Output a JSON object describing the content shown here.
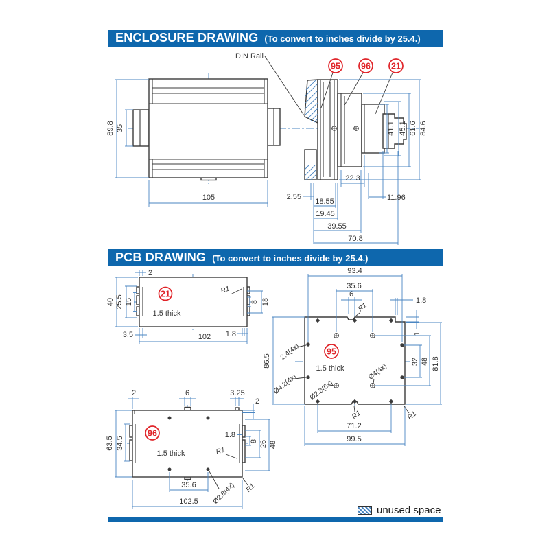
{
  "colors": {
    "header_blue": "#0e67ad",
    "dim_blue": "#4a86c2",
    "ink": "#3b3b3b",
    "dim_text": "#333333",
    "red": "#e02328"
  },
  "enclosure": {
    "title": "ENCLOSURE DRAWING",
    "note": "(To convert to inches divide by 25.4.)",
    "din_rail": "DIN Rail",
    "callouts": {
      "c95": "95",
      "c96": "96",
      "c21": "21"
    },
    "front": {
      "height": "89.8",
      "rail_height": "35",
      "width": "105"
    },
    "side": {
      "d41_1": "41.1",
      "d45_1": "45.1",
      "d61_6": "61.6",
      "d84_6": "84.6",
      "d22_3": "22.3",
      "d2_55": "2.55",
      "d18_55": "18.55",
      "d19_45": "19.45",
      "d39_55": "39.55",
      "d70_8": "70.8",
      "d11_96": "11.96"
    }
  },
  "pcb": {
    "title": "PCB DRAWING",
    "note": "(To convert to inches divide by 25.4.)",
    "thickness": "1.5 thick",
    "r1": "R1",
    "p21": {
      "id": "21",
      "top2": "2",
      "h40": "40",
      "h25_5": "25.5",
      "h15": "15",
      "r8": "8",
      "r18": "18",
      "b3_5": "3.5",
      "b102": "102",
      "b1_8": "1.8"
    },
    "p95": {
      "id": "95",
      "t93_4": "93.4",
      "t35_6": "35.6",
      "t6": "6",
      "r1_8": "1.8",
      "r1mm": "1",
      "h2_4": "2.4(4x)",
      "h4_2": "Ø4.2(4x)",
      "h2_8": "Ø2.8(6x)",
      "h4": "Ø4(4x)",
      "r32": "32",
      "r48": "48",
      "r81_8": "81.8",
      "l86_5": "86.5",
      "b71_2": "71.2",
      "b99_5": "99.5"
    },
    "p96": {
      "id": "96",
      "t2": "2",
      "t6": "6",
      "t3_25": "3.25",
      "r2": "2",
      "l63_5": "63.5",
      "l34_5": "34.5",
      "r1_8": "1.8",
      "r8": "8",
      "r26": "26",
      "r48": "48",
      "b35_6": "35.6",
      "b102_5": "102.5",
      "h2_8": "Ø2.8(4x)"
    }
  },
  "legend": {
    "label": "unused space"
  }
}
